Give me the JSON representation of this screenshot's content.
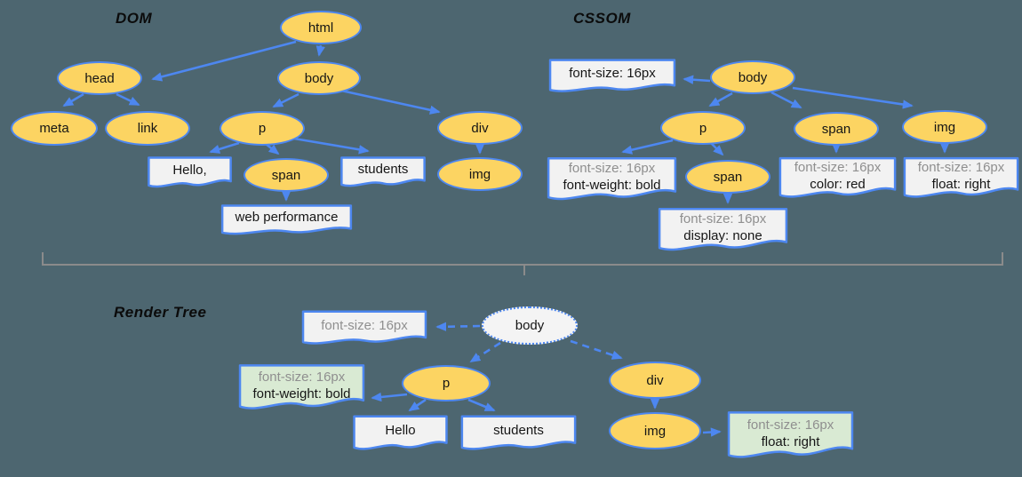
{
  "colors": {
    "background": "#4d6670",
    "node_fill": "#fcd462",
    "edge_blue": "#4d87f0",
    "doc_fill": "#f2f2f2",
    "green_fill": "#d9ead3",
    "gray_text": "#8f8f8f",
    "divider_gray": "#8b8b8b"
  },
  "dom": {
    "title": "DOM",
    "nodes": {
      "html": "html",
      "head": "head",
      "body": "body",
      "meta": "meta",
      "link": "link",
      "p": "p",
      "div": "div",
      "span": "span",
      "img": "img"
    },
    "texts": {
      "hello": "Hello,",
      "students": "students",
      "webperf": "web performance"
    }
  },
  "cssom": {
    "title": "CSSOM",
    "nodes": {
      "body": "body",
      "p": "p",
      "span_in_p": "span",
      "span": "span",
      "img": "img"
    },
    "rules": {
      "body": {
        "l1": "font-size: 16px"
      },
      "p": {
        "l1": "font-size: 16px",
        "l2": "font-weight: bold"
      },
      "span_in_p": {
        "l1": "font-size: 16px",
        "l2": "display: none"
      },
      "span": {
        "l1": "font-size: 16px",
        "l2": "color: red"
      },
      "img": {
        "l1": "font-size: 16px",
        "l2": "float: right"
      }
    }
  },
  "render": {
    "title": "Render Tree",
    "nodes": {
      "body": "body",
      "p": "p",
      "div": "div",
      "img": "img"
    },
    "texts": {
      "hello": "Hello",
      "students": "students"
    },
    "rules": {
      "body": {
        "l1": "font-size: 16px"
      },
      "p": {
        "l1": "font-size: 16px",
        "l2": "font-weight: bold"
      },
      "img": {
        "l1": "font-size: 16px",
        "l2": "float: right"
      }
    }
  }
}
